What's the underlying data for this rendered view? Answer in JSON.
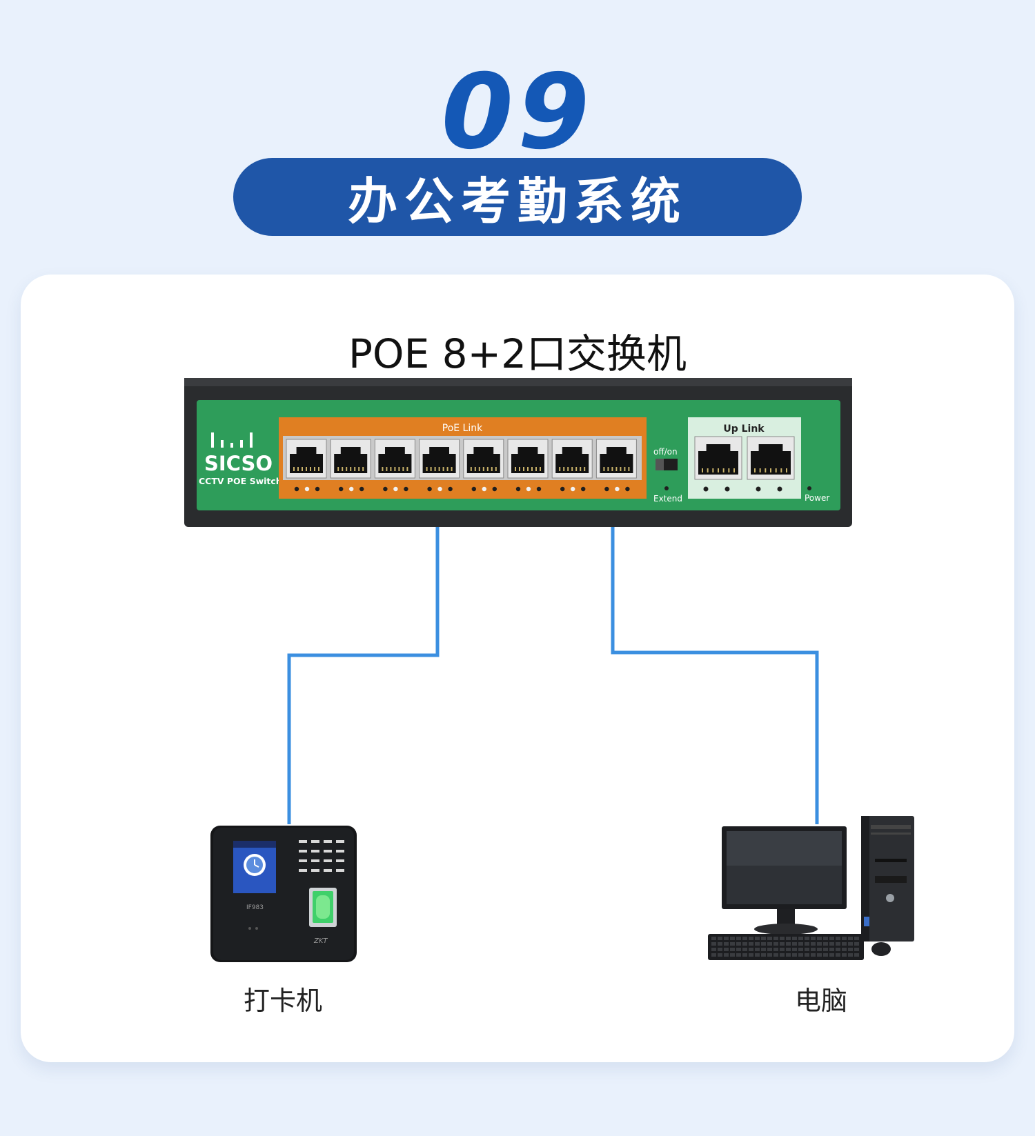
{
  "section": {
    "number": "09",
    "title": "办公考勤系统"
  },
  "switch": {
    "label": "POE 8+2口交换机",
    "brand": "SICSO",
    "subtitle": "CCTV POE Switch",
    "poe_label": "PoE Link",
    "uplink_label": "Up Link",
    "switch_text": "off/on",
    "extend_label": "Extend",
    "power_label": "Power",
    "poe_port_count": 8,
    "uplink_port_count": 2
  },
  "devices": {
    "attendance_machine": {
      "label": "打卡机",
      "model": "IF983"
    },
    "computer": {
      "label": "电脑"
    }
  },
  "colors": {
    "accent": "#1458b6",
    "pill": "#1f56a8",
    "switch_body": "#2a2c2e",
    "switch_panel": "#2e9d5a",
    "poe_block": "#e07f22",
    "cable": "#3b8fe0"
  }
}
